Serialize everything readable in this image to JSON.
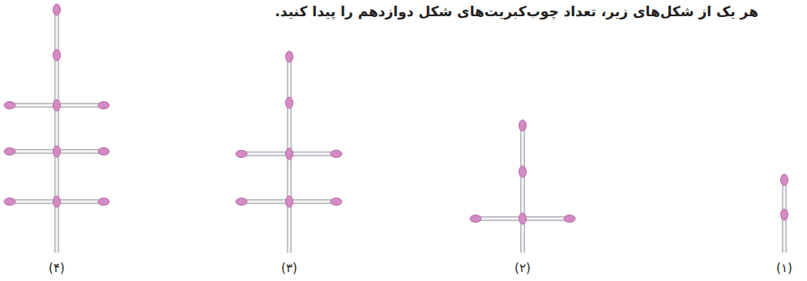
{
  "diagram": {
    "labels": [
      "هر یک از شکل‌های زیر، تعداد چوب‌کبریت‌های شکل دوازدهم را پیدا کنید.",
      "(۴)",
      "(۳)",
      "(۲)",
      "(۱)"
    ]
  }
}
